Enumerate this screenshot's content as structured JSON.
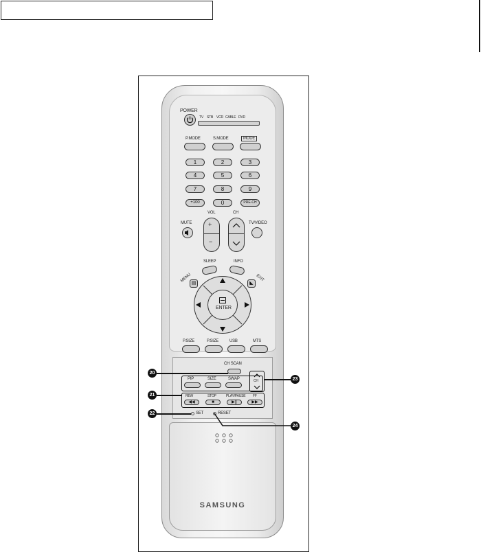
{
  "header": {},
  "remote": {
    "power": "POWER",
    "mode_labels": [
      "TV",
      "STB",
      "VCR",
      "CABLE",
      "DVD"
    ],
    "row_mode": [
      "P.MODE",
      "S.MODE",
      "MODE"
    ],
    "digits": [
      "1",
      "2",
      "3",
      "4",
      "5",
      "6",
      "7",
      "8",
      "9",
      "+100",
      "0",
      "PRE-CH"
    ],
    "vol": "VOL",
    "ch": "CH",
    "mute": "MUTE",
    "tv_video": "TV/VIDEO",
    "sleep": "SLEEP",
    "info": "INFO",
    "menu": "MENU",
    "exit": "EXIT",
    "enter": "ENTER",
    "bottom_row": [
      "P.SIZE",
      "P.SIZE",
      "USB",
      "MTS"
    ],
    "ch_scan": "CH SCAN",
    "pip_row": [
      "PIP",
      "SIZE",
      "SWAP"
    ],
    "ch_small": "CH",
    "transport_labels": [
      "REW",
      "STOP",
      "PLAY/PAUSE",
      "FF"
    ],
    "set": "SET",
    "reset": "RESET",
    "brand": "SAMSUNG"
  },
  "callouts": [
    "20",
    "21",
    "22",
    "23",
    "24"
  ]
}
